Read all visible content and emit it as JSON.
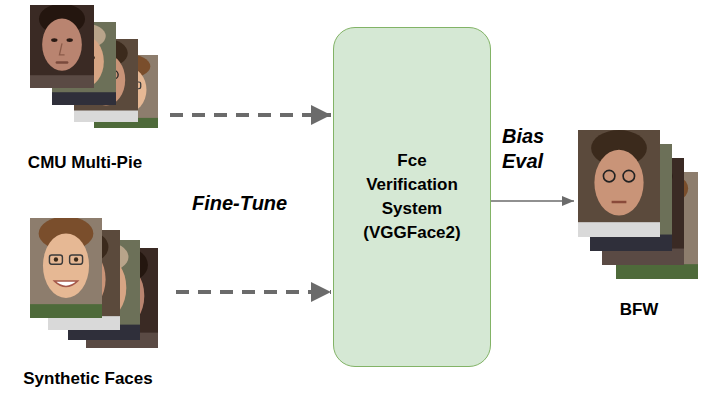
{
  "diagram": {
    "nodes": [
      {
        "text": [
          "CMU Multi-Pie"
        ]
      },
      {
        "text": [
          "Synthetic Faces"
        ]
      },
      {
        "text": [
          "Fce Verification System (VGGFace2)"
        ]
      },
      {
        "text": [
          "BFW"
        ]
      }
    ],
    "edges": [
      {
        "from": 0,
        "to": 2,
        "arrow": "to"
      },
      {
        "from": 1,
        "to": 2,
        "arrow": "to"
      },
      {
        "from": 2,
        "to": 3,
        "label": "Bias Eval",
        "arrow": "to"
      }
    ],
    "labels": [
      "Fine-Tune"
    ]
  }
}
